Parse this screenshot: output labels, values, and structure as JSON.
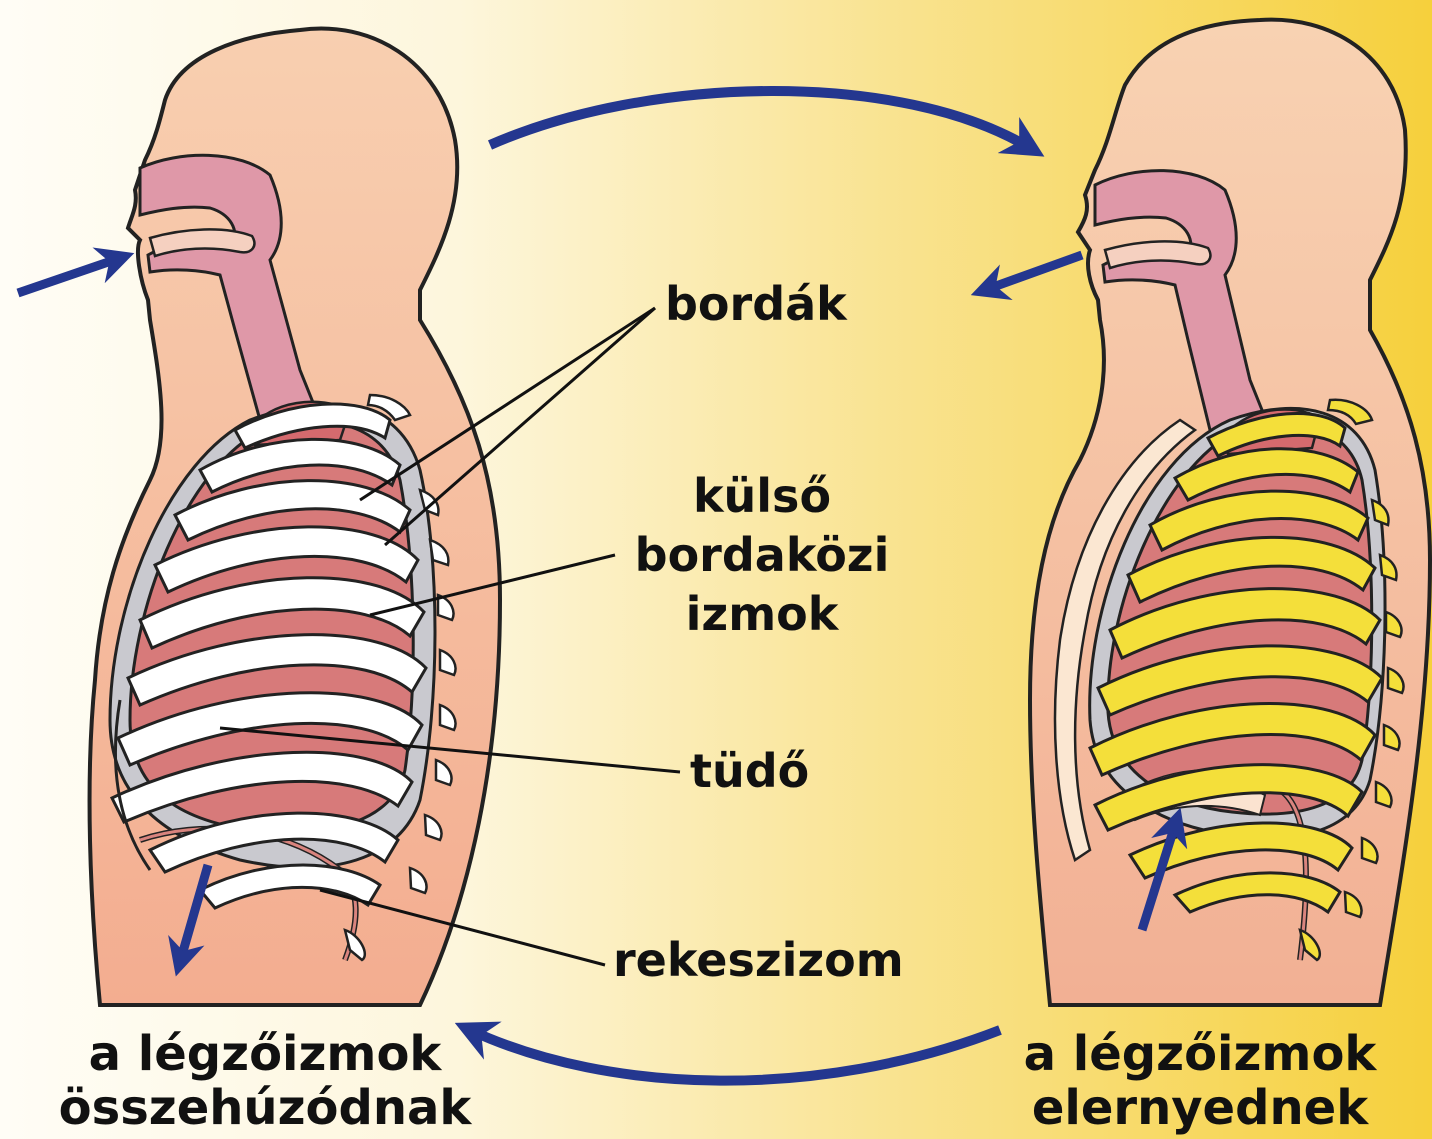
{
  "labels": {
    "ribs": "bordák",
    "intercostal_1": "külső",
    "intercostal_2": "bordaközi",
    "intercostal_3": "izmok",
    "lung": "tüdő",
    "diaphragm": "rekeszizom",
    "left_caption_1": "a légzőizmok",
    "left_caption_2": "összehúzódnak",
    "right_caption_1": "a légzőizmok",
    "right_caption_2": "elernyednek"
  },
  "colors": {
    "skin": "#f7c4a4",
    "skin_dark": "#f3b495",
    "airway": "#df98a8",
    "lung": "#d77a7a",
    "rib_white": "#ffffff",
    "rib_yellow": "#f4df3a",
    "arrow": "#24378f",
    "background_left": "#fffdf4",
    "background_right": "#f7d446"
  },
  "icons": {
    "inhale_arrow": "arrow-right-icon",
    "exhale_arrow": "arrow-left-icon",
    "cycle_arrow": "curved-arrow-icon"
  }
}
